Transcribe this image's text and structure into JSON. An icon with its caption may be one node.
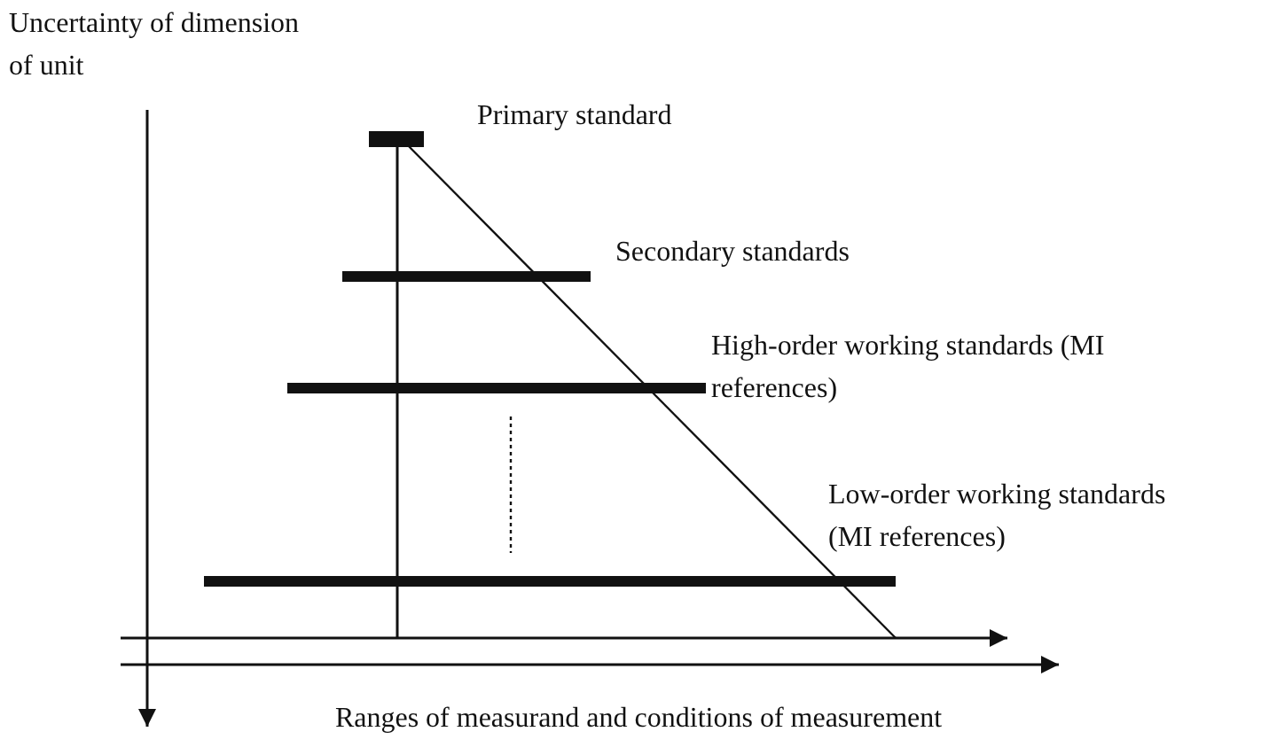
{
  "diagram": {
    "labels": [
      "Uncertainty of dimension of unit",
      "Primary standard",
      "Secondary standards",
      "High-order working standards (MI references)",
      "Low-order working standards (MI references)",
      "Ranges of measurand and conditions of measurement"
    ]
  }
}
